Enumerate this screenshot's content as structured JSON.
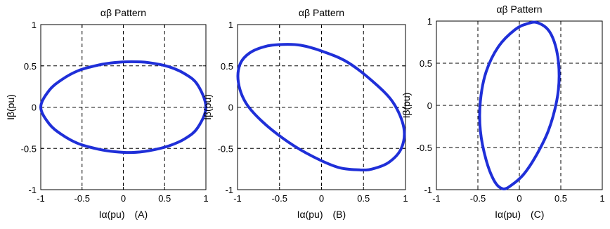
{
  "chart_data": [
    {
      "type": "line",
      "title": "αβ Pattern",
      "xlabel": "Iα(pu)",
      "ylabel": "Iβ(pu)",
      "annotation": "(A)",
      "xlim": [
        -1,
        1
      ],
      "ylim": [
        -1,
        1
      ],
      "xticks": [
        -1,
        -0.5,
        0,
        0.5,
        1
      ],
      "yticks": [
        -1,
        -0.5,
        0,
        0.5,
        1
      ],
      "xtick_labels": [
        "-1",
        "-0.5",
        "0",
        "0.5",
        "1"
      ],
      "ytick_labels": [
        "-1",
        "-0.5",
        "0",
        "0.5",
        "1"
      ],
      "grid": true,
      "series_color": "#1f2fd8",
      "series": [
        {
          "x": [
            1.0,
            0.9,
            0.75,
            0.55,
            0.3,
            0.1,
            -0.1,
            -0.3,
            -0.55,
            -0.75,
            -0.9,
            -1.0,
            -0.9,
            -0.75,
            -0.55,
            -0.3,
            -0.1,
            0.1,
            0.3,
            0.55,
            0.75,
            0.9,
            1.0
          ],
          "y": [
            0.0,
            0.27,
            0.4,
            0.49,
            0.54,
            0.55,
            0.54,
            0.51,
            0.44,
            0.33,
            0.2,
            0.0,
            -0.2,
            -0.33,
            -0.44,
            -0.51,
            -0.54,
            -0.55,
            -0.53,
            -0.47,
            -0.38,
            -0.25,
            0.0
          ]
        }
      ]
    },
    {
      "type": "line",
      "title": "αβ Pattern",
      "xlabel": "Iα(pu)",
      "ylabel": "Iβ(pu)",
      "annotation": "(B)",
      "xlim": [
        -1,
        1
      ],
      "ylim": [
        -1,
        1
      ],
      "xticks": [
        -1,
        -0.5,
        0,
        0.5,
        1
      ],
      "yticks": [
        -1,
        -0.5,
        0,
        0.5,
        1
      ],
      "xtick_labels": [
        "-1",
        "-0.5",
        "0",
        "0.5",
        "1"
      ],
      "ytick_labels": [
        "-1",
        "-0.5",
        "0",
        "0.5",
        "1"
      ],
      "grid": true,
      "series_color": "#1f2fd8",
      "series": [
        {
          "x": [
            -0.97,
            -0.85,
            -0.65,
            -0.45,
            -0.25,
            0.0,
            0.3,
            0.6,
            0.85,
            0.98,
            0.95,
            0.8,
            0.6,
            0.45,
            0.2,
            -0.1,
            -0.4,
            -0.7,
            -0.9,
            -0.99,
            -0.97
          ],
          "y": [
            0.52,
            0.66,
            0.74,
            0.76,
            0.75,
            0.68,
            0.55,
            0.32,
            0.06,
            -0.25,
            -0.5,
            -0.67,
            -0.75,
            -0.76,
            -0.73,
            -0.6,
            -0.42,
            -0.18,
            0.05,
            0.3,
            0.52
          ]
        }
      ]
    },
    {
      "type": "line",
      "title": "αβ Pattern",
      "xlabel": "Iα(pu)",
      "ylabel": "Iβ(pu)",
      "annotation": "(C)",
      "xlim": [
        -1,
        1
      ],
      "ylim": [
        -1,
        1
      ],
      "xticks": [
        -1,
        -0.5,
        0,
        0.5,
        1
      ],
      "yticks": [
        -1,
        -0.5,
        0,
        0.5,
        1
      ],
      "xtick_labels": [
        "-1",
        "-0.5",
        "0",
        "0.5",
        "1"
      ],
      "ytick_labels": [
        "-1",
        "-0.5",
        "0",
        "0.5",
        "1"
      ],
      "grid": true,
      "series_color": "#1f2fd8",
      "series": [
        {
          "x": [
            0.22,
            0.36,
            0.45,
            0.48,
            0.45,
            0.35,
            0.2,
            0.05,
            -0.1,
            -0.2,
            -0.3,
            -0.4,
            -0.47,
            -0.47,
            -0.4,
            -0.25,
            -0.05,
            0.1,
            0.22
          ],
          "y": [
            0.98,
            0.88,
            0.65,
            0.35,
            0.05,
            -0.3,
            -0.6,
            -0.82,
            -0.95,
            -0.99,
            -0.9,
            -0.65,
            -0.3,
            0.05,
            0.4,
            0.7,
            0.9,
            0.97,
            0.98
          ]
        }
      ]
    }
  ]
}
